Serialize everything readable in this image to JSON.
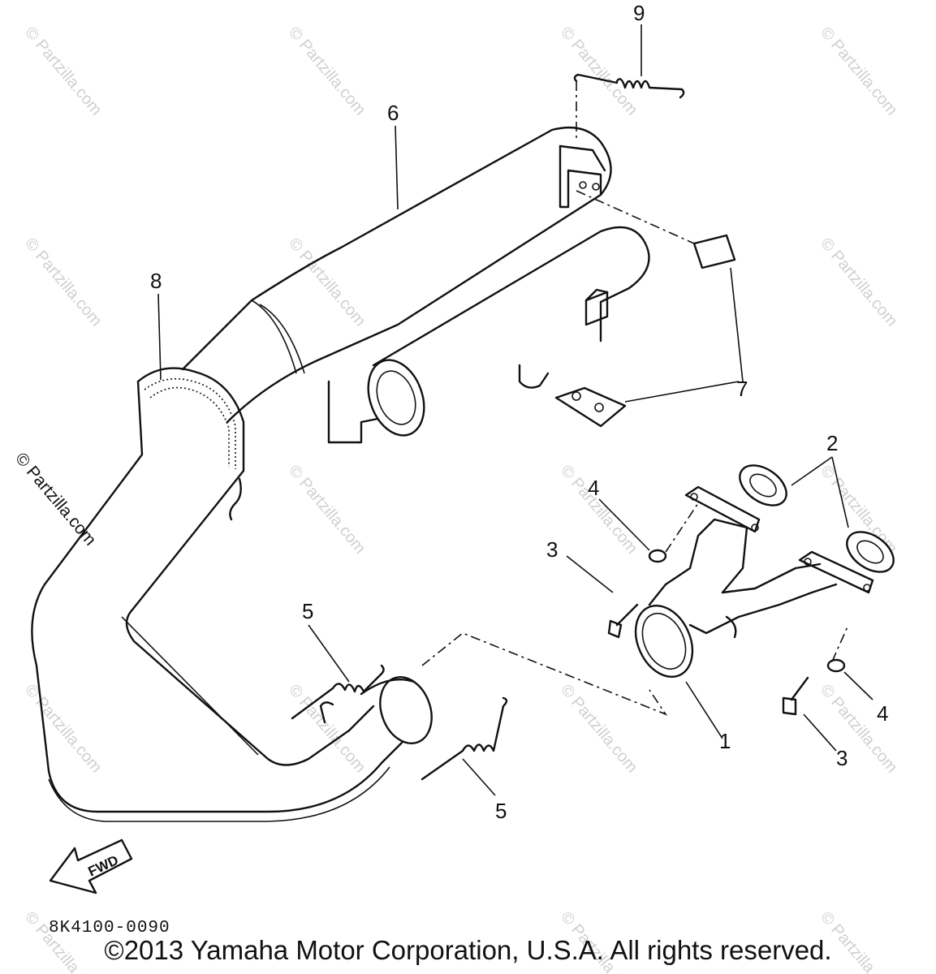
{
  "watermark": "© Partzilla.com",
  "callouts": {
    "c1": "1",
    "c2": "2",
    "c3a": "3",
    "c3b": "3",
    "c4a": "4",
    "c4b": "4",
    "c5a": "5",
    "c5b": "5",
    "c6": "6",
    "c7": "7",
    "c8": "8",
    "c9": "9"
  },
  "fwd_label": "FWD",
  "part_code": "8K4100-0090",
  "copyright": "©2013 Yamaha Motor Corporation, U.S.A. All rights reserved.",
  "colors": {
    "ink": "#111111",
    "watermark": "#d0d0d0",
    "background": "#ffffff"
  }
}
